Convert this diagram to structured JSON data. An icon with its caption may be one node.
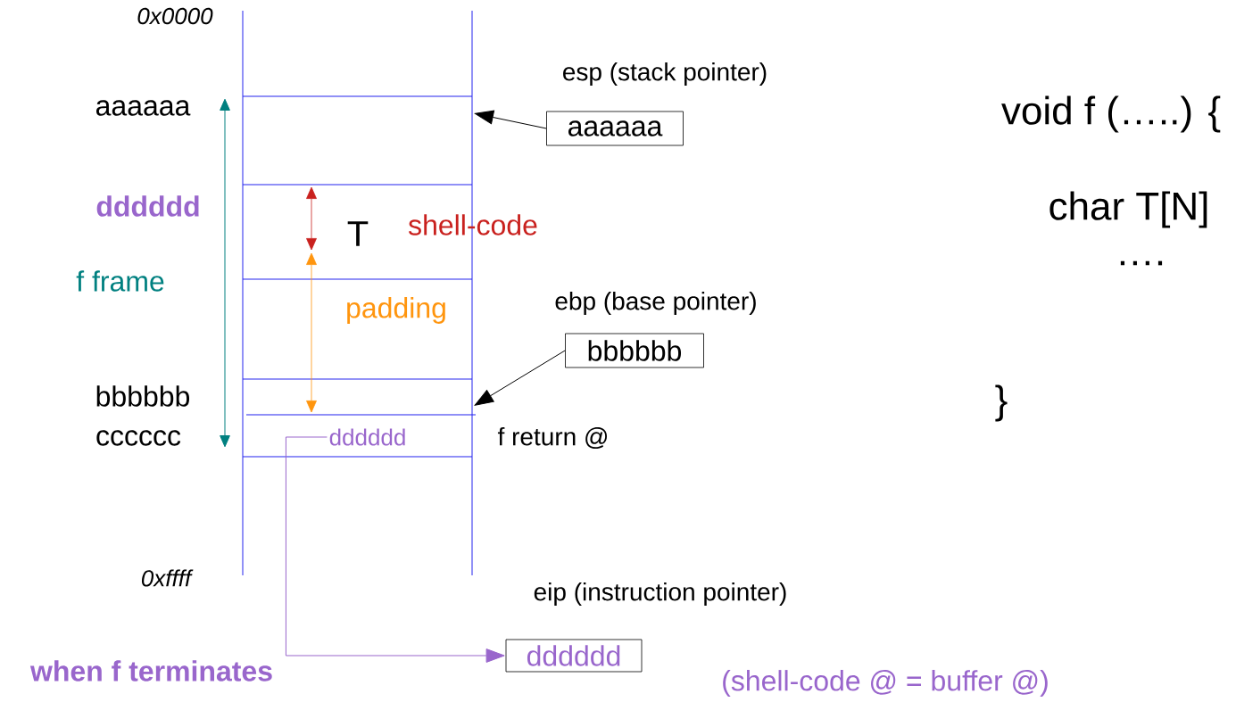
{
  "diagram": {
    "nodes": [
      {
        "text": [
          "aaaaaa"
        ],
        "beside": [
          "esp (stack pointer)"
        ]
      },
      {
        "text": [
          "bbbbbb"
        ],
        "beside": [
          "ebp (base pointer)"
        ]
      },
      {
        "text": [
          "dddddd"
        ],
        "beside": [
          "eip (instruction pointer)"
        ]
      },
      {
        "text": [
          "dddddd"
        ]
      }
    ],
    "edges": [
      {
        "from": 0,
        "to": null,
        "arrow": "to"
      },
      {
        "from": 1,
        "to": null,
        "arrow": "to"
      },
      {
        "from": 3,
        "to": 2,
        "arrow": "to",
        "color": "#9966cc"
      }
    ],
    "labels": [
      "0x0000",
      "aaaaaa",
      "dddddd",
      "f frame",
      "T",
      "shell-code",
      "padding",
      "bbbbbb",
      "cccccc",
      "f return @",
      "0xffff",
      "when f terminates",
      "(shell-code @ = buffer @)",
      "void f (…..) {",
      "char T[N]",
      "….",
      "}"
    ]
  }
}
